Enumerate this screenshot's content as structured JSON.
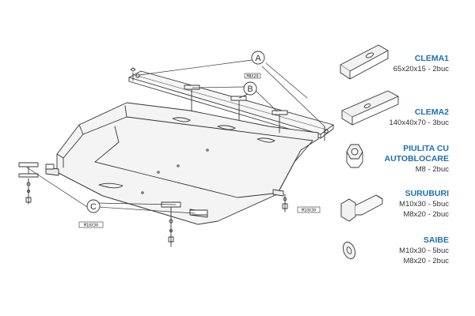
{
  "callouts": [
    "A",
    "B",
    "C"
  ],
  "bolt_labels": {
    "upper": "M8X20",
    "left": "M10X30",
    "right": "M10X30"
  },
  "legend": [
    {
      "title": "CLEMA1",
      "lines": [
        "65x20x15 - 2buc"
      ],
      "icon": "bracket-small-icon"
    },
    {
      "title": "CLEMA2",
      "lines": [
        "140x40x70 - 3buc"
      ],
      "icon": "bracket-large-icon"
    },
    {
      "title": "PIULITA CU",
      "title2": "AUTOBLOCARE",
      "lines": [
        "M8 - 2buc"
      ],
      "icon": "locknut-icon"
    },
    {
      "title": "SURUBURI",
      "lines": [
        "M10x30 - 5buc",
        "M8x20 - 2buc"
      ],
      "icon": "bolt-icon"
    },
    {
      "title": "SAIBE",
      "lines": [
        "M10x30 - 5buc",
        "M8x20 - 2buc"
      ],
      "icon": "washer-icon"
    }
  ],
  "colors": {
    "ink": "#333333",
    "accent": "#1f6fb2",
    "fill": "#f4f4f4"
  }
}
